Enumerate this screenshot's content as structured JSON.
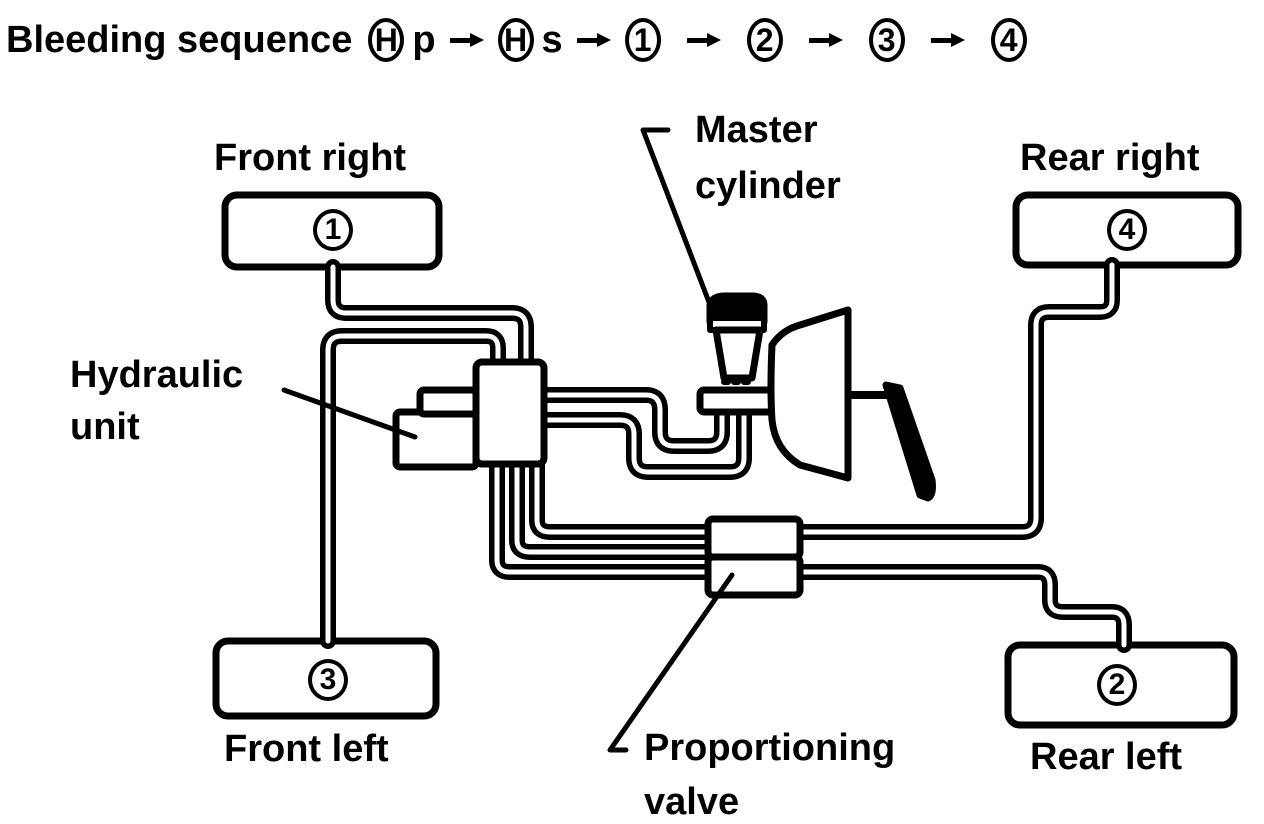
{
  "title": {
    "label": "Bleeding sequence",
    "steps": [
      {
        "symbol": "H",
        "suffix": "p"
      },
      {
        "symbol": "H",
        "suffix": "s"
      },
      {
        "symbol": "1",
        "suffix": ""
      },
      {
        "symbol": "2",
        "suffix": ""
      },
      {
        "symbol": "3",
        "suffix": ""
      },
      {
        "symbol": "4",
        "suffix": ""
      }
    ],
    "arrow_icon": "right-arrow-icon"
  },
  "wheels": {
    "front_right": {
      "label": "Front right",
      "number": "1"
    },
    "rear_left": {
      "label": "Rear left",
      "number": "2"
    },
    "front_left": {
      "label": "Front left",
      "number": "3"
    },
    "rear_right": {
      "label": "Rear right",
      "number": "4"
    }
  },
  "components": {
    "master_cylinder": {
      "line1": "Master",
      "line2": "cylinder"
    },
    "hydraulic_unit": {
      "line1": "Hydraulic",
      "line2": "unit"
    },
    "proportioning_valve": {
      "line1": "Proportioning",
      "line2": "valve"
    }
  }
}
